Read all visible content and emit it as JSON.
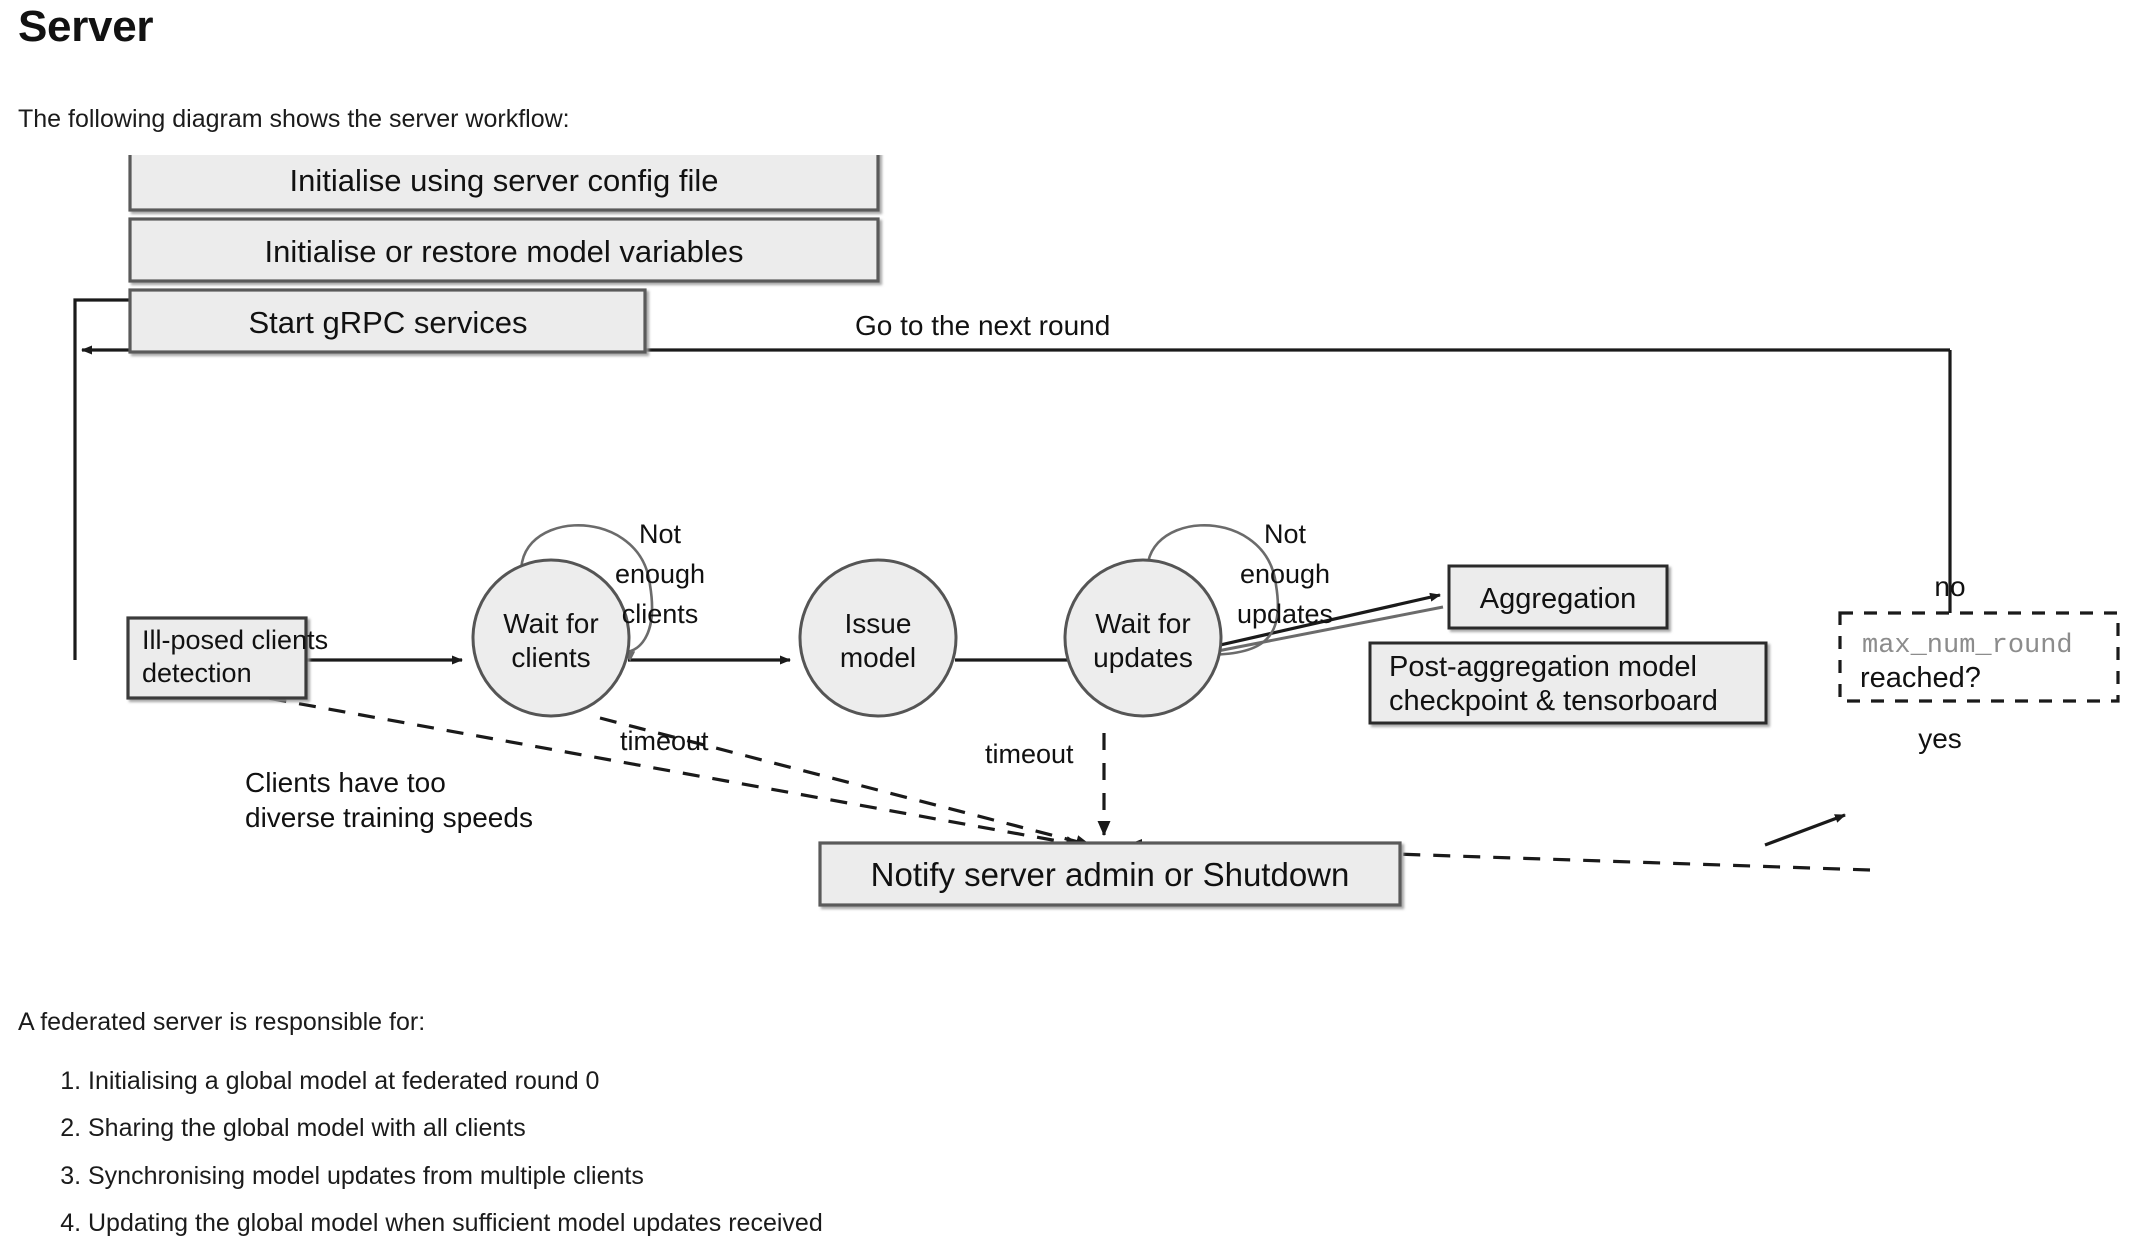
{
  "page": {
    "title": "Server",
    "intro": "The following diagram shows the server workflow:",
    "outro": "A federated server is responsible for:"
  },
  "diagram": {
    "steps": [
      {
        "id": "init-config",
        "label": "Initialise using server config file"
      },
      {
        "id": "init-restore",
        "label": "Initialise or restore model variables"
      },
      {
        "id": "start-grpc",
        "label": "Start gRPC services"
      },
      {
        "id": "ill-posed",
        "label": "Ill-posed clients detection"
      },
      {
        "id": "aggregation",
        "label": "Aggregation"
      },
      {
        "id": "post-agg",
        "label": "Post-aggregation model checkpoint & tensorboard"
      },
      {
        "id": "notify",
        "label": "Notify server admin or Shutdown"
      }
    ],
    "post_agg_lines": [
      "Post-aggregation model",
      "checkpoint & tensorboard"
    ],
    "ill_posed_lines": [
      "Ill-posed clients",
      "detection"
    ],
    "states": [
      {
        "id": "wait-clients",
        "lines": [
          "Wait for",
          "clients"
        ]
      },
      {
        "id": "issue-model",
        "lines": [
          "Issue",
          "model"
        ]
      },
      {
        "id": "wait-updates",
        "lines": [
          "Wait for",
          "updates"
        ]
      }
    ],
    "decision": {
      "code": "max_num_round",
      "question": "reached?",
      "branch_no": "no",
      "branch_yes": "yes"
    },
    "edge_labels": {
      "next_round": "Go to the next round",
      "not_enough_clients": [
        "Not",
        "enough",
        "clients"
      ],
      "not_enough_updates": [
        "Not",
        "enough",
        "updates"
      ],
      "timeout_clients": "timeout",
      "timeout_updates": "timeout",
      "diverse_speeds": [
        "Clients have too",
        "diverse training speeds"
      ]
    },
    "colors": {
      "box_fill": "#ececec",
      "box_stroke": "#4d4d4d",
      "box_stroke_dark": "#1a1a1a",
      "circle_fill": "#ededed",
      "circle_stroke": "#555555",
      "line": "#1a1a1a",
      "code_text": "#8c8c8c"
    }
  },
  "responsibilities": [
    "Initialising a global model at federated round 0",
    "Sharing the global model with all clients",
    "Synchronising model updates from multiple clients",
    "Updating the global model when sufficient model updates received"
  ]
}
